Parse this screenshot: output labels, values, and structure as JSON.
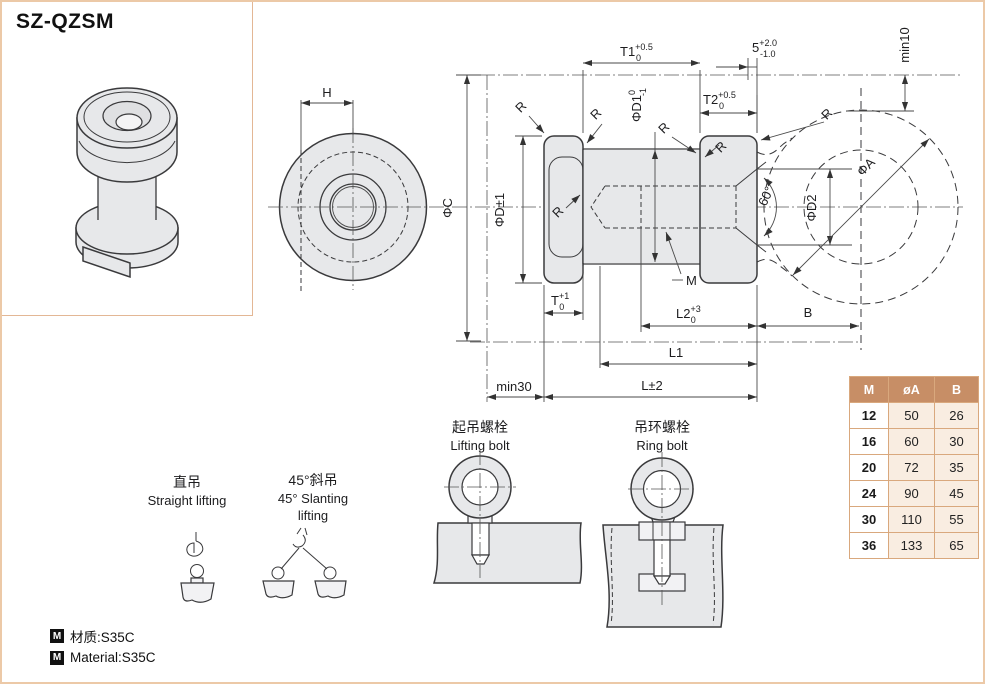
{
  "page": {
    "title": "SZ-QZSM"
  },
  "dims": {
    "h": "H",
    "phiC": "ΦC",
    "phiD": "ΦD±1",
    "phiD1": {
      "base": "ΦD1",
      "sup": "0",
      "sub": "-1"
    },
    "t1": {
      "base": "T1",
      "sup": "+0.5",
      "sub": "0"
    },
    "t2": {
      "base": "T2",
      "sup": "+0.5",
      "sub": "0"
    },
    "five": {
      "base": "5",
      "sup": "+2.0",
      "sub": "-1.0"
    },
    "t": {
      "base": "T",
      "sup": "+1",
      "sub": "0"
    },
    "l2": {
      "base": "L2",
      "sup": "+3",
      "sub": "0"
    },
    "l1": "L1",
    "l": "L±2",
    "min30": "min30",
    "min10": "min10",
    "b": "B",
    "phiD2": "ΦD2",
    "phiA": "ΦA",
    "angle60": "60°",
    "r": "R",
    "m": "M"
  },
  "labels": {
    "lifting_bolt_zh": "起吊螺栓",
    "lifting_bolt_en": "Lifting bolt",
    "ring_bolt_zh": "吊环螺栓",
    "ring_bolt_en": "Ring bolt",
    "straight_zh": "直吊",
    "straight_en": "Straight lifting",
    "slant_zh": "45°斜吊",
    "slant_en1": "45° Slanting",
    "slant_en2": "lifting"
  },
  "table": {
    "headers": [
      "M",
      "øA",
      "B"
    ],
    "rows": [
      [
        "12",
        "50",
        "26"
      ],
      [
        "16",
        "60",
        "30"
      ],
      [
        "20",
        "72",
        "35"
      ],
      [
        "24",
        "90",
        "45"
      ],
      [
        "30",
        "110",
        "55"
      ],
      [
        "36",
        "133",
        "65"
      ]
    ]
  },
  "material": {
    "badge": "M",
    "line_zh": "材质:S35C",
    "line_en": "Material:S35C"
  },
  "colors": {
    "accent_tan": "#ecc9a7",
    "table_header": "#c78e66",
    "table_cell": "#f9ede1",
    "part_fill": "#e7e8ea"
  }
}
